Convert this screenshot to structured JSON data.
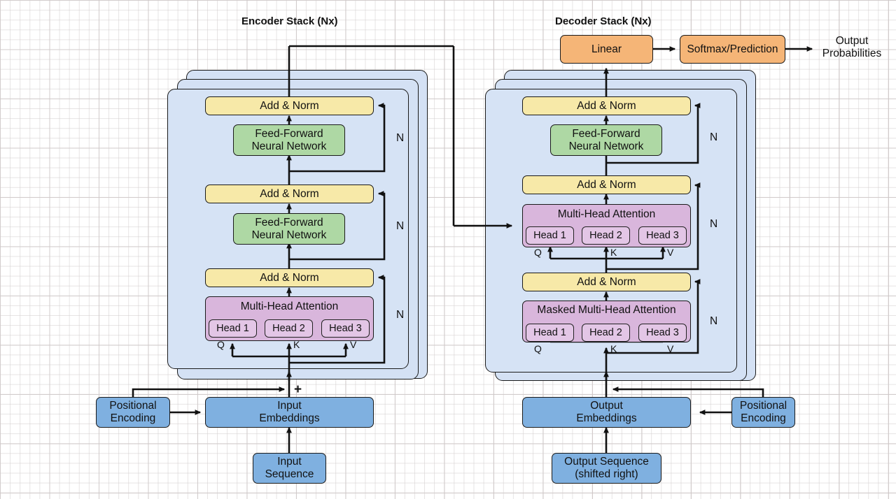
{
  "diagram": {
    "title_encoder": "Encoder Stack (Nx)",
    "title_decoder": "Decoder Stack (Nx)",
    "colors": {
      "stack_card": "#d4e1f4",
      "add_norm": "#f7e9a8",
      "feed_forward": "#aed8a4",
      "attention": "#d9b6dc",
      "head": "#e3c6e6",
      "embedding": "#7fb0e0",
      "output_head": "#f5b577",
      "stroke": "#1a1a1a",
      "background": "#ffffff"
    }
  },
  "encoder": {
    "title": "Encoder Stack (Nx)",
    "layers": [
      {
        "add_norm": "Add & Norm",
        "sublayer": "Feed-Forward\nNeural Network",
        "loop_label": "N"
      },
      {
        "add_norm": "Add & Norm",
        "sublayer": "Feed-Forward\nNeural Network",
        "loop_label": "N"
      },
      {
        "add_norm": "Add & Norm",
        "sublayer": "Multi-Head Attention",
        "loop_label": "N"
      }
    ],
    "attention": {
      "label": "Multi-Head Attention",
      "heads": [
        "Head 1",
        "Head 2",
        "Head 3"
      ],
      "qkv": [
        "Q",
        "K",
        "V"
      ]
    },
    "positional_encoding": "Positional\nEncoding",
    "embeddings": "Input\nEmbeddings",
    "sequence": "Input\nSequence",
    "sum_symbol": "+"
  },
  "decoder": {
    "title": "Decoder Stack (Nx)",
    "layers": [
      {
        "add_norm": "Add & Norm",
        "sublayer": "Feed-Forward\nNeural Network",
        "loop_label": "N"
      },
      {
        "add_norm": "Add & Norm",
        "sublayer": "Multi-Head Attention",
        "loop_label": "N"
      },
      {
        "add_norm": "Add & Norm",
        "sublayer": "Masked Multi-Head Attention",
        "loop_label": "N"
      }
    ],
    "cross_attention": {
      "label": "Multi-Head Attention",
      "heads": [
        "Head 1",
        "Head 2",
        "Head 3"
      ],
      "qkv": [
        "Q",
        "K",
        "V"
      ]
    },
    "masked_attention": {
      "label": "Masked Multi-Head Attention",
      "heads": [
        "Head 1",
        "Head 2",
        "Head 3"
      ],
      "qkv": [
        "Q",
        "K",
        "V"
      ]
    },
    "positional_encoding": "Positional\nEncoding",
    "embeddings": "Output\nEmbeddings",
    "sequence": "Output Sequence\n(shifted right)"
  },
  "output_head": {
    "linear": "Linear",
    "softmax": "Softmax/Prediction",
    "probabilities": "Output\nProbabilities"
  }
}
